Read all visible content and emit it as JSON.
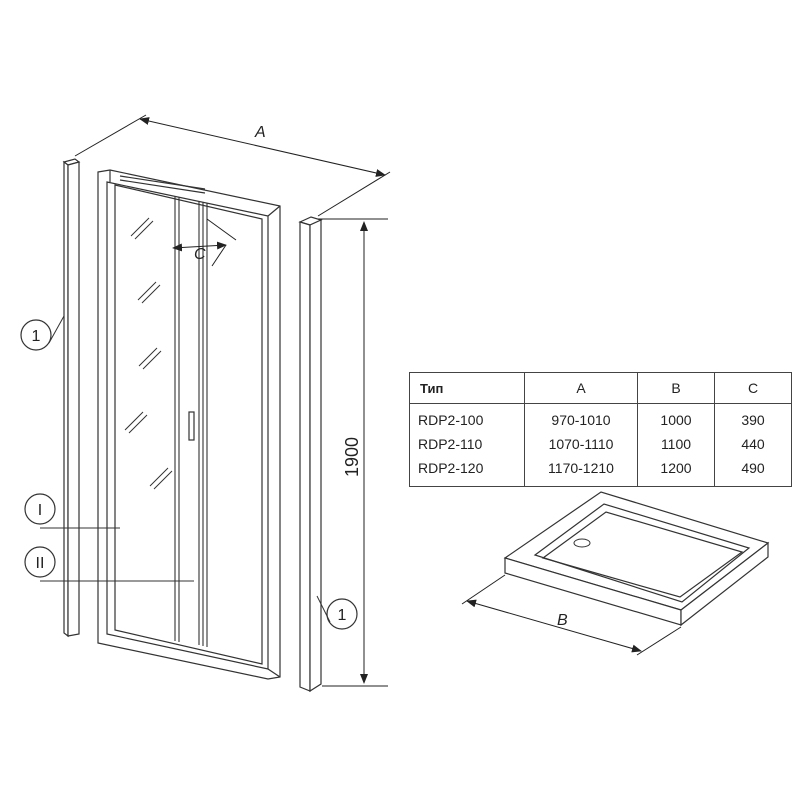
{
  "dimensions": {
    "width_label": "A",
    "height_label": "1900",
    "opening_label": "C",
    "tray_label": "B"
  },
  "callouts": {
    "profile_left": "1",
    "profile_right": "1",
    "glass_fixed": "I",
    "glass_leaf": "II"
  },
  "spec_table": {
    "headers": [
      "Тип",
      "A",
      "B",
      "C"
    ],
    "rows": [
      [
        "RDP2-100",
        "970-1010",
        "1000",
        "390"
      ],
      [
        "RDP2-110",
        "1070-1110",
        "1100",
        "440"
      ],
      [
        "RDP2-120",
        "1170-1210",
        "1200",
        "490"
      ]
    ]
  }
}
